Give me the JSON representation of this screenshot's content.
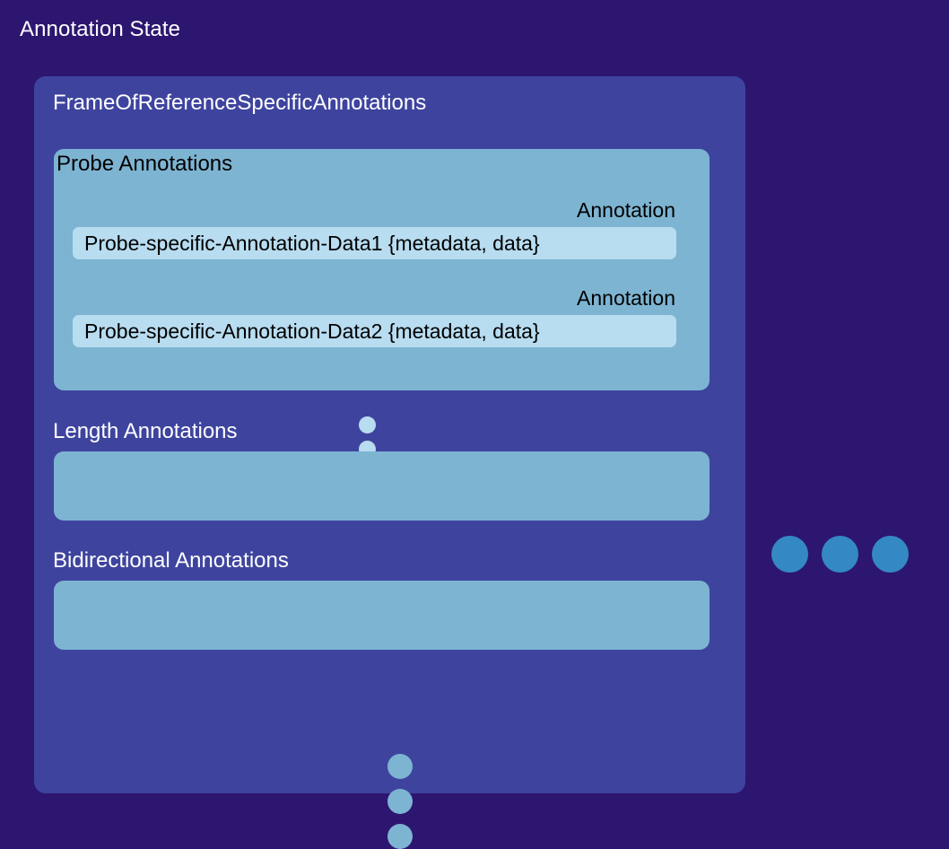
{
  "page": {
    "title": "Annotation State",
    "background_color": "#2d1670"
  },
  "frame_of_reference_panel": {
    "title": "FrameOfReferenceSpecificAnnotations",
    "background_color": "#3e449e",
    "probe_section": {
      "title": "Probe Annotations",
      "background_color": "#7db4d2",
      "annotations": [
        {
          "label": "Annotation",
          "data": "Probe-specific-Annotation-Data1 {metadata, data}"
        },
        {
          "label": "Annotation",
          "data": "Probe-specific-Annotation-Data2 {metadata, data}"
        }
      ],
      "ellipsis": {
        "name": "vertical-ellipsis",
        "orientation": "vertical",
        "count": 2,
        "color": "#b8dcf0"
      }
    },
    "sections": [
      {
        "title": "Length Annotations",
        "background_color": "#7db4d2",
        "items": []
      },
      {
        "title": "Bidirectional Annotations",
        "background_color": "#7db4d2",
        "items": []
      }
    ],
    "ellipsis": {
      "name": "vertical-ellipsis",
      "orientation": "vertical",
      "count": 3,
      "color": "#7db4d2"
    }
  },
  "outer_ellipsis": {
    "name": "horizontal-ellipsis",
    "orientation": "horizontal",
    "count": 3,
    "color": "#3488c4"
  }
}
